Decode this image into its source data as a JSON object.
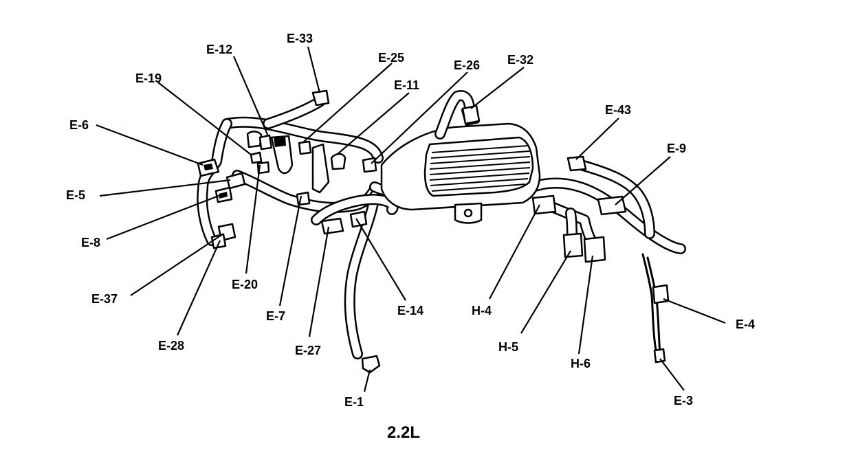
{
  "figure": {
    "caption": "2.2L"
  },
  "labels": {
    "e33": "E-33",
    "e12": "E-12",
    "e25": "E-25",
    "e26": "E-26",
    "e32": "E-32",
    "e19": "E-19",
    "e11": "E-11",
    "e6": "E-6",
    "e43": "E-43",
    "e9": "E-9",
    "e5": "E-5",
    "e8": "E-8",
    "e37": "E-37",
    "e20": "E-20",
    "e7": "E-7",
    "e14": "E-14",
    "h4": "H-4",
    "e4": "E-4",
    "e28": "E-28",
    "e27": "E-27",
    "h5": "H-5",
    "h6": "H-6",
    "e1": "E-1",
    "e3": "E-3"
  }
}
